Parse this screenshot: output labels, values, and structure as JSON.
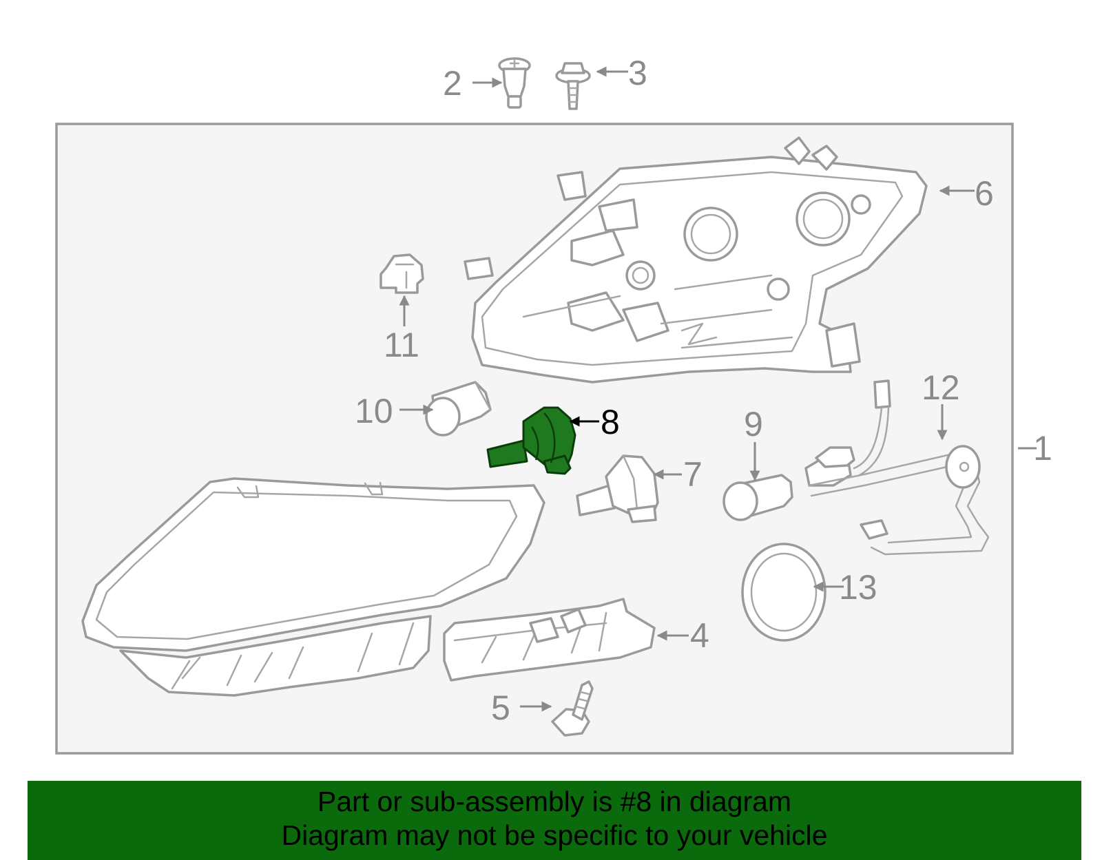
{
  "diagram": {
    "callouts": {
      "c1": "1",
      "c2": "2",
      "c3": "3",
      "c4": "4",
      "c5": "5",
      "c6": "6",
      "c7": "7",
      "c8": "8",
      "c9": "9",
      "c10": "10",
      "c11": "11",
      "c12": "12",
      "c13": "13"
    },
    "highlight_part": "8",
    "colors": {
      "highlight_part_fill": "#1f7a1f",
      "line_art": "#9a9a9a",
      "caption_background": "#0b6a0b",
      "frame_background": "#f5f5f5"
    }
  },
  "caption": {
    "line1": "Part or sub-assembly is #8 in diagram",
    "line2": "Diagram may not be specific to your vehicle"
  }
}
